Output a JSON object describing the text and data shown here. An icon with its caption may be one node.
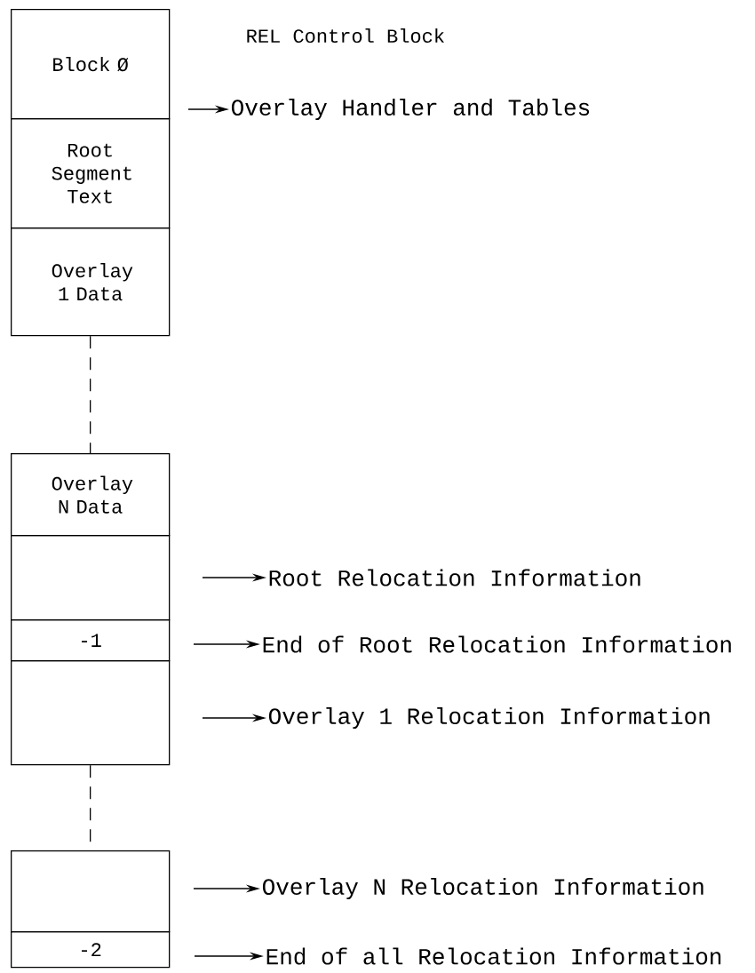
{
  "diagram": {
    "nodes": [
      {
        "text": [
          "Block Ø"
        ]
      },
      {
        "text": [
          "Root Segment Text"
        ]
      },
      {
        "text": [
          "Overlay 1 Data"
        ]
      },
      {
        "text": [
          "Overlay N Data"
        ]
      },
      {
        "text": [],
        "shape": "box"
      },
      {
        "text": [
          "-1"
        ]
      },
      {
        "text": [],
        "shape": "box"
      },
      {
        "text": [],
        "shape": "box"
      },
      {
        "text": [
          "-2"
        ]
      },
      {
        "text": [
          "Overlay Handler and Tables"
        ]
      },
      {
        "text": [
          "Root Relocation Information"
        ]
      },
      {
        "text": [
          "End of Root Relocation Information"
        ]
      },
      {
        "text": [
          "Overlay 1 Relocation Information"
        ]
      },
      {
        "text": [
          "Overlay N Relocation Information"
        ]
      },
      {
        "text": [
          "End of all Relocation Information"
        ]
      }
    ],
    "edges": [
      {
        "from": 2,
        "to": 3,
        "arrow": "none",
        "style": "dashed"
      },
      {
        "from": 6,
        "to": 7,
        "arrow": "none",
        "style": "dashed"
      },
      {
        "from": null,
        "to": 9,
        "arrow": "to"
      },
      {
        "from": null,
        "to": 10,
        "arrow": "to"
      },
      {
        "from": null,
        "to": 11,
        "arrow": "to"
      },
      {
        "from": null,
        "to": 12,
        "arrow": "to"
      },
      {
        "from": null,
        "to": 13,
        "arrow": "to"
      },
      {
        "from": null,
        "to": 14,
        "arrow": "to"
      }
    ],
    "labels": [
      "REL Control Block"
    ]
  }
}
